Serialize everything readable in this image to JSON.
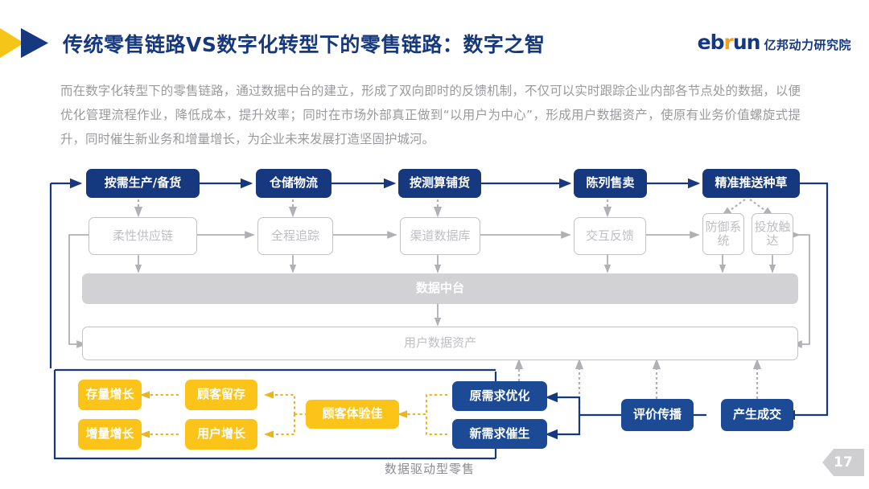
{
  "header": {
    "title": "传统零售链路VS数字化转型下的零售链路：数字之智",
    "arrow_icon": "double-chevron-right-icon",
    "logo": {
      "mark_left": "eb",
      "mark_accent": "r",
      "mark_right": "un",
      "cn": "亿邦动力研究院",
      "accent_color": "#f5a11b",
      "brand_color": "#16387e"
    }
  },
  "body": {
    "paragraph": "而在数字化转型下的零售链路，通过数据中台的建立，形成了双向即时的反馈机制，不仅可以实时跟踪企业内部各节点处的数据，以便优化管理流程作业，降低成本，提升效率；同时在市场外部真正做到“以用户为中心”，形成用户数据资产，使原有业务价值螺旋式提升，同时催生新业务和增量增长，为企业未来发展打造坚固护城河。"
  },
  "diagram": {
    "caption": "数据驱动型零售",
    "colors": {
      "navy": "#16387e",
      "navy_light": "#1c4a94",
      "yellow": "#fcc318",
      "gray_line": "#b5b5b9",
      "gray_fill": "#d2d2d4",
      "gray_text": "#bfbfc3"
    },
    "top_row": [
      {
        "label": "按需生产/备货"
      },
      {
        "label": "仓储物流"
      },
      {
        "label": "按测算铺货"
      },
      {
        "label": "陈列售卖"
      },
      {
        "label": "精准推送种草"
      }
    ],
    "mid_row": [
      {
        "label": "柔性供应链"
      },
      {
        "label": "全程追踪"
      },
      {
        "label": "渠道数据库"
      },
      {
        "label": "交互反馈"
      },
      {
        "label": "防御系统"
      },
      {
        "label": "投放触达"
      }
    ],
    "platform_bar": {
      "label": "数据中台"
    },
    "assets_bar": {
      "label": "用户数据资产"
    },
    "growth_boxes": [
      {
        "label": "存量增长"
      },
      {
        "label": "增量增长"
      },
      {
        "label": "顾客留存"
      },
      {
        "label": "用户增长"
      },
      {
        "label": "顾客体验佳"
      }
    ],
    "demand_boxes": [
      {
        "label": "原需求优化"
      },
      {
        "label": "新需求催生"
      }
    ],
    "flow_boxes": [
      {
        "label": "评价传播"
      },
      {
        "label": "产生成交"
      }
    ]
  },
  "footer": {
    "page_number": "17"
  }
}
